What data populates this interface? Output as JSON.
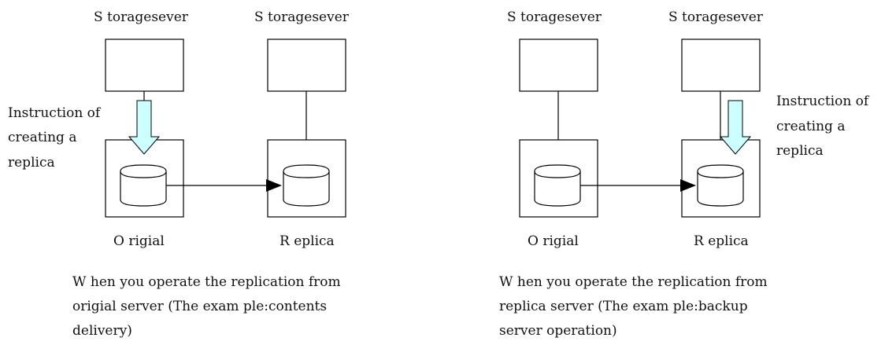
{
  "left_panel": {
    "server_label_1": "S toragesever",
    "server_label_2": "S toragesever",
    "instruction": [
      "Instruction of",
      "creating a",
      "replica"
    ],
    "volume_label_1": "O rigial",
    "volume_label_2": "R eplica",
    "caption": [
      "W hen you operate the replication from",
      "origial server (The exam ple:contents",
      "delivery)"
    ]
  },
  "right_panel": {
    "server_label_1": "S toragesever",
    "server_label_2": "S toragesever",
    "instruction": [
      "Instruction of",
      "creating a",
      "replica"
    ],
    "volume_label_1": "O rigial",
    "volume_label_2": "R eplica",
    "caption": [
      "W hen you operate the replication from",
      "replica server (The exam ple:backup",
      "server operation)"
    ]
  },
  "colors": {
    "instruction_arrow_fill": "#ccffff",
    "line": "#000000"
  }
}
